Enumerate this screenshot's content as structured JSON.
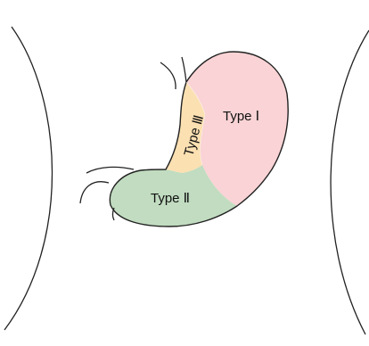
{
  "regions": [
    {
      "id": "type-1",
      "label": "Type Ⅰ",
      "color": "#f9d3d5"
    },
    {
      "id": "type-2",
      "label": "Type Ⅱ",
      "color": "#c1dcc0"
    },
    {
      "id": "type-3",
      "label": "Type Ⅲ",
      "color": "#fbe0b2"
    }
  ],
  "outline_color": "#222222"
}
